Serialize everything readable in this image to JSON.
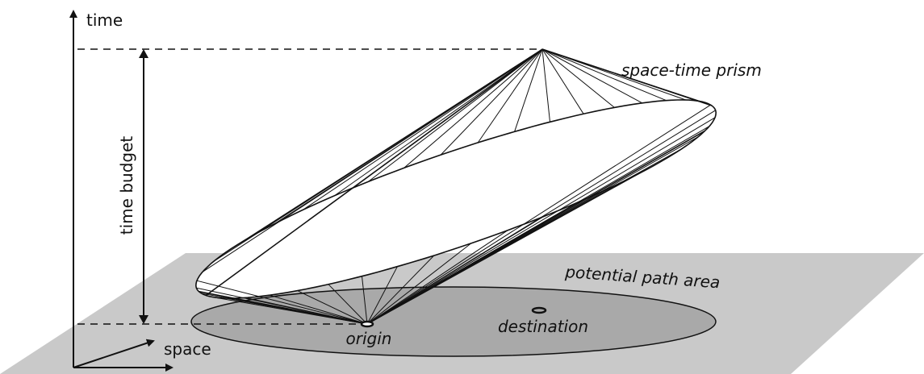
{
  "labels": {
    "time_axis": "time",
    "space_axis": "space",
    "time_budget": "time budget",
    "prism": "space-time prism",
    "potential_path_area": "potential path area",
    "origin": "origin",
    "destination": "destination"
  },
  "colors": {
    "plane_fill": "#c9c9c9",
    "ellipse_fill": "#a9a9a9",
    "prism_fill": "#ffffff",
    "stroke": "#111111"
  }
}
